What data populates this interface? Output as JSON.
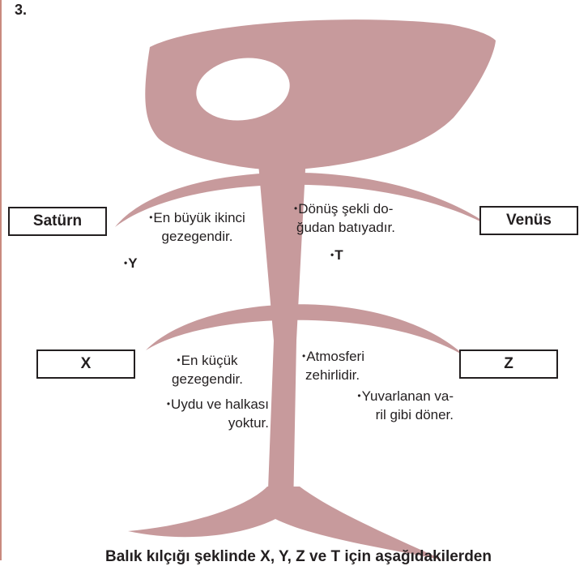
{
  "question_number": "3.",
  "boxes": {
    "saturn": "Satürn",
    "venus": "Venüs",
    "x": "X",
    "z": "Z"
  },
  "notes": {
    "saturn_fact_line1": "En büyük ikinci",
    "saturn_fact_line2": "gezegendir.",
    "y_label": "Y",
    "venus_fact_line1": "Dönüş şekli do-",
    "venus_fact_line2": "ğudan batıyadır.",
    "t_label": "T",
    "x_fact1_line1": "En küçük",
    "x_fact1_line2": "gezegendir.",
    "x_fact2_line1": "Uydu ve halkası",
    "x_fact2_line2": "yoktur.",
    "z_fact1_line1": "Atmosferi",
    "z_fact1_line2": "zehirlidir.",
    "z_fact2_line1": "Yuvarlanan va-",
    "z_fact2_line2": "ril gibi döner."
  },
  "bullet_symbol": "•",
  "bottom_text": "Balık kılçığı şeklinde X, Y, Z ve T için aşağıdakilerden",
  "colors": {
    "fish": "#c79a9c",
    "border": "#231f20",
    "left_rule": "#c98a7e"
  }
}
